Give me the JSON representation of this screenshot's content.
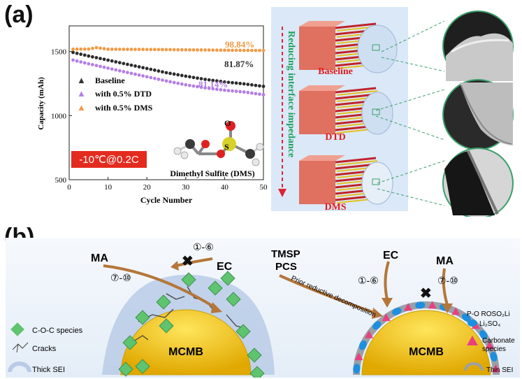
{
  "panel_a": {
    "label": "(a)",
    "condition": "-10℃@0.2C",
    "molecule_label": "Dimethyl Sulfite (DMS)",
    "atom_S": "S",
    "atom_O": "O",
    "side_arrow_label": "Reducing interface impedance",
    "schematic_labels": [
      "Baseline",
      "DTD",
      "DMS"
    ]
  },
  "panel_b": {
    "label": "(b)",
    "left": {
      "ma": "MA",
      "ec": "EC",
      "range_ma": "⑦-⑩",
      "range_ec": "①-⑥",
      "core": "MCMB",
      "legend": [
        "C-O-C species",
        "Cracks",
        "Thick SEI"
      ]
    },
    "right": {
      "tmsp": "TMSP",
      "pcs": "PCS",
      "prior": "Prior reductive decomposition",
      "ec": "EC",
      "ma": "MA",
      "range_ec": "①-⑥",
      "range_ma": "⑦-⑩",
      "core": "MCMB",
      "legend": [
        "P-O ROSO₂Li",
        "Li₂SO₄",
        "Carbonate",
        "species",
        "Thin SEI"
      ]
    }
  },
  "colors": {
    "baseline": "#2b2b2b",
    "dtd": "#b47ee6",
    "dms": "#f29a45",
    "condition_bg": "#e42b1f",
    "schematic_bg": "#dbe8f7",
    "carbonate": "#e8417e",
    "ro_ellipse": "#1d8fe0",
    "coc": "#5fc46f",
    "core": "#f5c518"
  },
  "chart_data": {
    "type": "scatter",
    "xlabel": "Cycle Number",
    "ylabel": "Capacity (mAh)",
    "xlim": [
      0,
      50
    ],
    "ylim": [
      500,
      1700
    ],
    "xticks": [
      "0",
      "10",
      "20",
      "30",
      "40",
      "50"
    ],
    "yticks": [
      "500",
      "1000",
      "1500"
    ],
    "legend_position": "upper-left",
    "annotations": [
      "98.84%",
      "81.87%",
      "81.14%"
    ],
    "series": [
      {
        "name": "Baseline",
        "x": [
          1,
          5,
          10,
          15,
          20,
          25,
          30,
          35,
          40,
          45,
          50
        ],
        "y": [
          1460,
          1432,
          1400,
          1367,
          1335,
          1302,
          1275,
          1250,
          1230,
          1215,
          1195
        ]
      },
      {
        "name": "with 0.5% DTD",
        "x": [
          1,
          5,
          10,
          15,
          20,
          25,
          30,
          35,
          40,
          45,
          50
        ],
        "y": [
          1455,
          1426,
          1392,
          1358,
          1325,
          1292,
          1262,
          1238,
          1220,
          1206,
          1185
        ]
      },
      {
        "name": "with 0.5% DMS",
        "x": [
          1,
          5,
          7,
          10,
          15,
          20,
          25,
          30,
          35,
          40,
          45,
          50
        ],
        "y": [
          1518,
          1519,
          1530,
          1518,
          1517,
          1516,
          1515,
          1513,
          1512,
          1510,
          1509,
          1508
        ]
      }
    ]
  }
}
